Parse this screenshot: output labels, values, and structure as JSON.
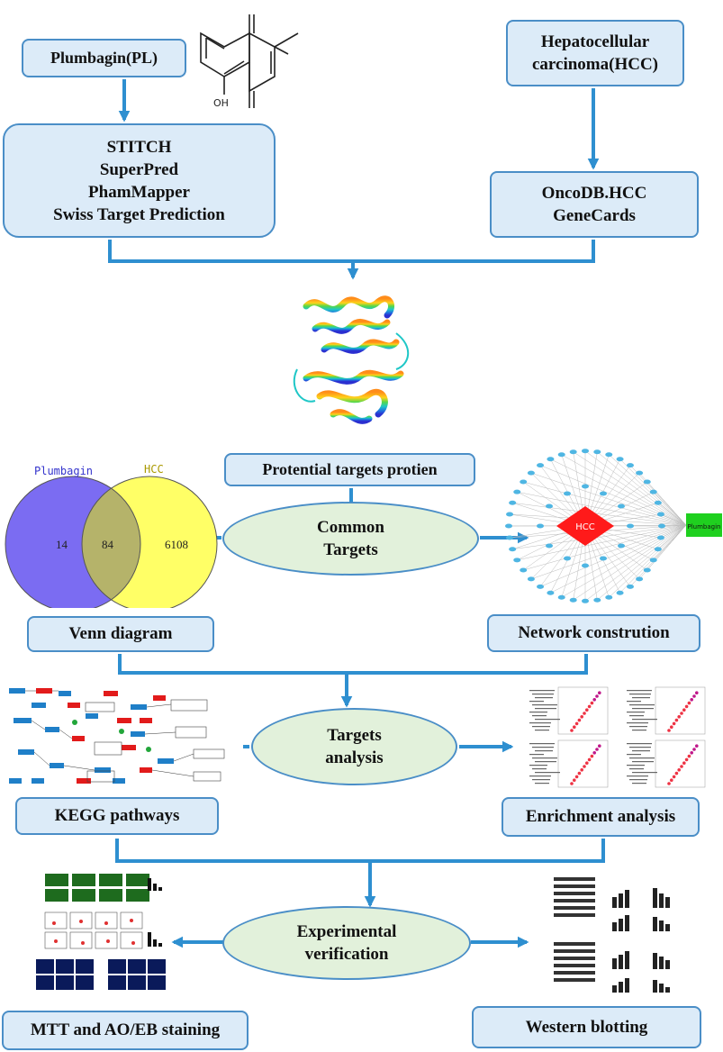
{
  "boxes": {
    "plumbagin": "Plumbagin(PL)",
    "hcc_line1": "Hepatocellular",
    "hcc_line2": "carcinoma(HCC)",
    "drug_db": [
      "STITCH",
      "SuperPred",
      "PhamMapper",
      "Swiss Target Prediction"
    ],
    "disease_db": [
      "OncoDB.HCC",
      "GeneCards"
    ],
    "potential_targets": "Protential targets protien",
    "venn": "Venn diagram",
    "network": "Network constrution",
    "kegg": "KEGG pathways",
    "enrichment": "Enrichment analysis",
    "mtt": "MTT and AO/EB staining",
    "western": "Western blotting"
  },
  "ellipses": {
    "common": [
      "Common",
      "Targets"
    ],
    "targets": [
      "Targets",
      "analysis"
    ],
    "experimental": [
      "Experimental",
      "verification"
    ]
  },
  "molecule": {
    "oh_label": "OH"
  },
  "venn_diagram": {
    "left_label": "Plumbagin",
    "right_label": "HCC",
    "left_only": "14",
    "overlap": "84",
    "right_only": "6108",
    "left_color": "#7b6cf2",
    "right_color": "#ffff66"
  },
  "network_graph": {
    "center_label": "HCC",
    "hub_label": "Plumbagin"
  },
  "colors": {
    "arrow": "#2e8fd0",
    "box_fill": "#dcebf8",
    "box_border": "#4a8ec7",
    "ellipse_fill": "#e2f1db"
  }
}
